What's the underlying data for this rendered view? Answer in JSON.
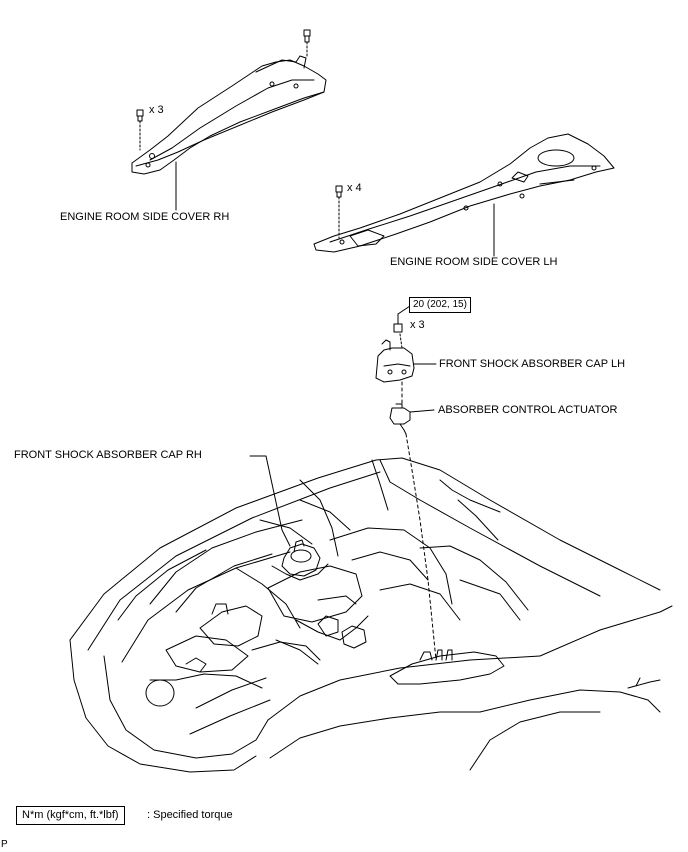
{
  "labels": {
    "cover_rh": "ENGINE ROOM SIDE COVER RH",
    "cover_lh": "ENGINE ROOM SIDE COVER LH",
    "cap_lh": "FRONT SHOCK ABSORBER CAP LH",
    "actuator": "ABSORBER CONTROL ACTUATOR",
    "cap_rh": "FRONT SHOCK ABSORBER CAP RH"
  },
  "quantities": {
    "rh_clips": "x 3",
    "lh_clips": "x 4",
    "cap_nuts": "x 3"
  },
  "torque": {
    "cap_nut": "20 (202, 15)"
  },
  "legend": {
    "unit_box": "N*m (kgf*cm, ft.*lbf)",
    "description": ": Specified torque"
  },
  "footer": {
    "code": "P"
  }
}
